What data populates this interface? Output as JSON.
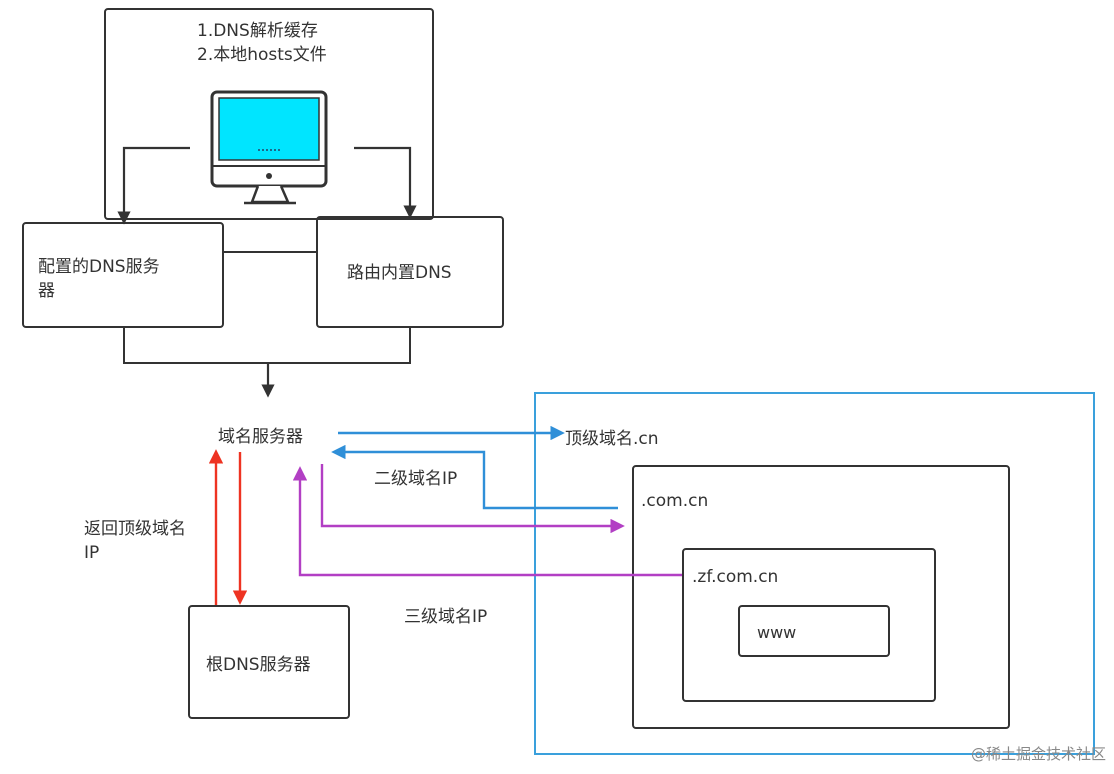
{
  "top_notes": {
    "line1": "1.DNS解析缓存",
    "line2": "2.本地hosts文件"
  },
  "nodes": {
    "configured_dns": {
      "line1": "配置的DNS服务",
      "line2": "器"
    },
    "router_dns": "路由内置DNS",
    "domain_server": "域名服务器",
    "root_dns": "根DNS服务器",
    "top_level": "顶级域名.cn",
    "com_cn": ".com.cn",
    "zf_com_cn": ".zf.com.cn",
    "www": "www"
  },
  "edge_labels": {
    "return_top": {
      "line1": "返回顶级域名",
      "line2": "IP"
    },
    "second_ip": "二级域名IP",
    "third_ip": "三级域名IP"
  },
  "watermark": "@稀土掘金技术社区",
  "colors": {
    "stroke": "#333333",
    "blue": "#2f8fd8",
    "purple": "#b23fc4",
    "red": "#ee3322",
    "screen": "#00e5ff",
    "frame_blue": "#3aa0dc"
  }
}
